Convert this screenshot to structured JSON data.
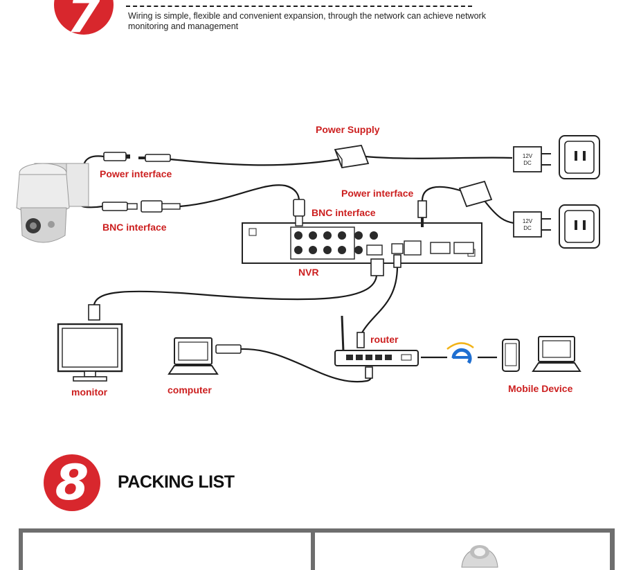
{
  "section7": {
    "number": "7",
    "description": "Wiring is simple, flexible and convenient expansion, through the network can achieve network monitoring and management"
  },
  "diagram": {
    "labels": {
      "power_supply": "Power Supply",
      "power_interface_left": "Power interface",
      "power_interface_right": "Power interface",
      "bnc_interface_left": "BNC interface",
      "bnc_interface_right": "BNC interface",
      "nvr": "NVR",
      "router": "router",
      "monitor": "monitor",
      "computer": "computer",
      "mobile_device": "Mobile Device"
    },
    "adapter_text": [
      "12V",
      "DC"
    ],
    "accent_color": "#cc1f1f"
  },
  "section8": {
    "number": "8",
    "title": "PACKING LIST"
  }
}
